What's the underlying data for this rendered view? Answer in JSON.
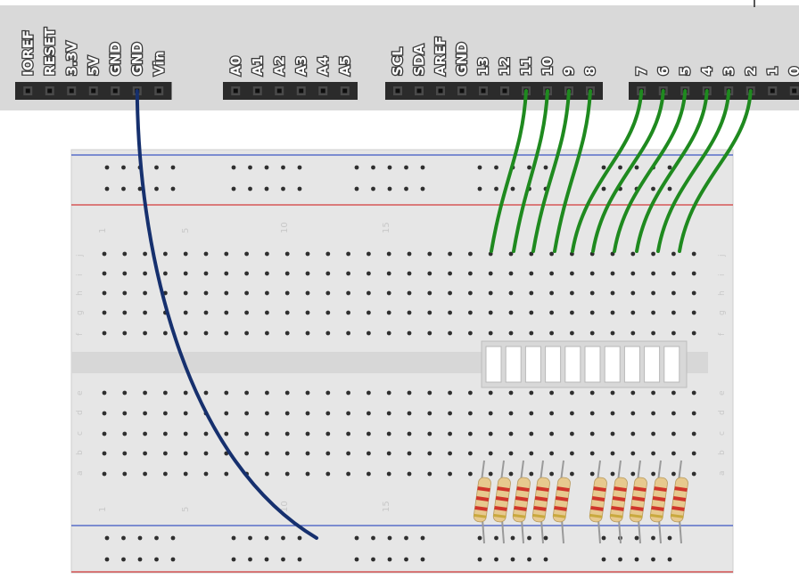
{
  "board": {
    "header_groups": [
      {
        "id": "power",
        "labels": [
          "IOREF",
          "RESET",
          "3.3V",
          "5V",
          "GND",
          "GND",
          "Vin"
        ]
      },
      {
        "id": "analog",
        "labels": [
          "A0",
          "A1",
          "A2",
          "A3",
          "A4",
          "A5"
        ]
      },
      {
        "id": "digital-high",
        "labels": [
          "SCL",
          "SDA",
          "AREF",
          "GND",
          "13",
          "12",
          "11",
          "10",
          "9",
          "8"
        ]
      },
      {
        "id": "digital-low",
        "labels": [
          "7",
          "6",
          "5",
          "4",
          "3",
          "2",
          "1",
          "0"
        ]
      }
    ]
  },
  "breadboard": {
    "column_numbers_top": [
      "1",
      "5",
      "10",
      "15"
    ],
    "column_numbers_bottom": [
      "1",
      "5",
      "10",
      "15"
    ],
    "row_letters_top": [
      "j",
      "i",
      "h",
      "g",
      "f"
    ],
    "row_letters_bottom": [
      "e",
      "d",
      "c",
      "b",
      "a"
    ]
  },
  "components": {
    "led_bar_segments": 10,
    "resistor_count": 10
  },
  "wires": {
    "ground": {
      "from": "GND",
      "color": "#16306e"
    },
    "signals": {
      "color": "#1f8a1f",
      "pins": [
        "11",
        "10",
        "9",
        "8",
        "7",
        "6",
        "5",
        "4",
        "3",
        "2"
      ]
    }
  },
  "colors": {
    "board_bg": "#d9d9d9",
    "header": "#2b2b2b",
    "breadboard": "#e6e6e6",
    "rail_red": "#d23a3a",
    "rail_blue": "#3d56c4"
  }
}
